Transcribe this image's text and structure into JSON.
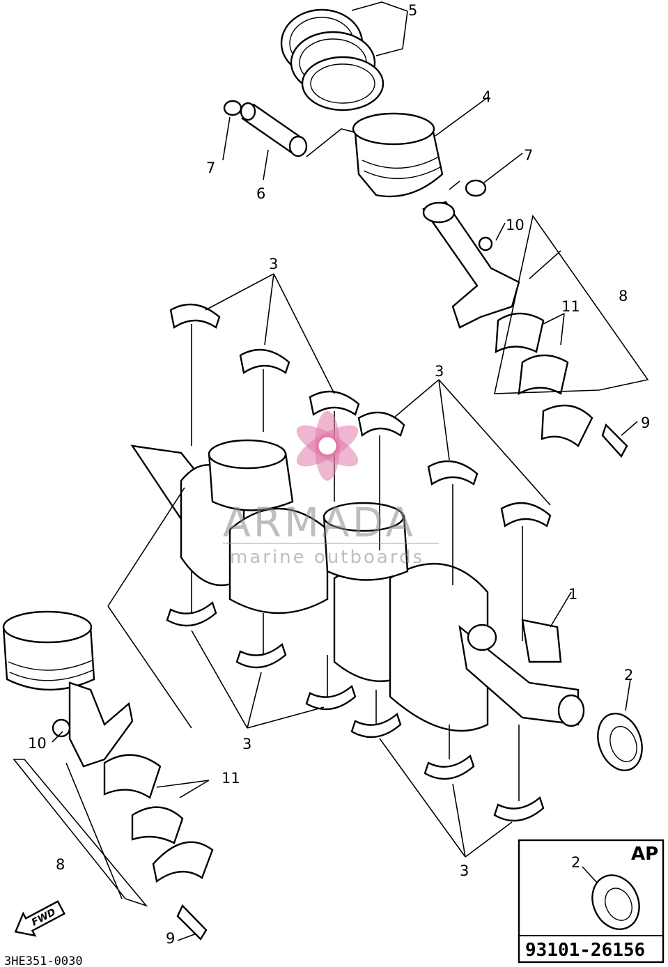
{
  "watermark": {
    "brand": "ARMADA",
    "tagline": "marine outboards",
    "logo_icon": "propeller-icon",
    "color": "#e07aa8"
  },
  "callouts": {
    "c5": "5",
    "c4": "4",
    "c7a": "7",
    "c6": "6",
    "c7b": "7",
    "c10a": "10",
    "c8a": "8",
    "c11a": "11",
    "c9a": "9",
    "c3a": "3",
    "c3b": "3",
    "c3c": "3",
    "c3d": "3",
    "c1": "1",
    "c2a": "2",
    "c10b": "10",
    "c11b": "11",
    "c8b": "8",
    "c9b": "9"
  },
  "fwd_label": "FWD",
  "drawing_code": "3HE351-0030",
  "ap_box": {
    "tag": "AP",
    "callout": "2",
    "part_number": "93101-26156"
  }
}
